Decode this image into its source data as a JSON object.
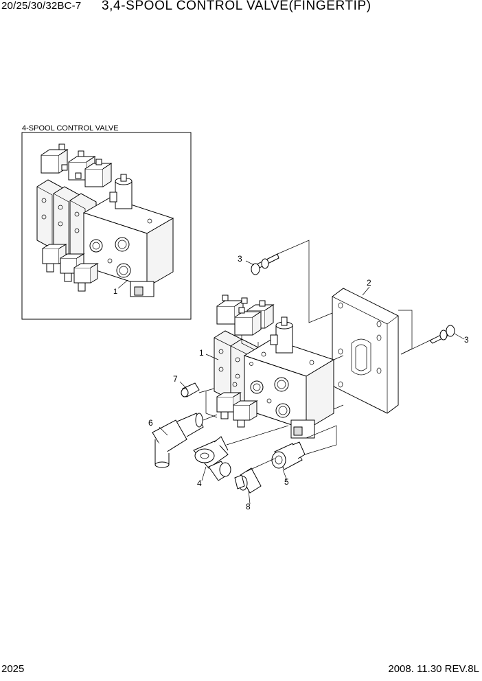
{
  "header": {
    "model": "20/25/30/32BC-7",
    "title": "3,4-SPOOL CONTROL VALVE(FINGERTIP)"
  },
  "inset": {
    "label": "4-SPOOL CONTROL VALVE",
    "callout": "1"
  },
  "callouts": {
    "c1": "1",
    "c2": "2",
    "c3a": "3",
    "c3b": "3",
    "c4": "4",
    "c5": "5",
    "c6": "6",
    "c7": "7",
    "c8": "8"
  },
  "footer": {
    "page": "2025",
    "date_rev": "2008. 11.30  REV.8L"
  }
}
